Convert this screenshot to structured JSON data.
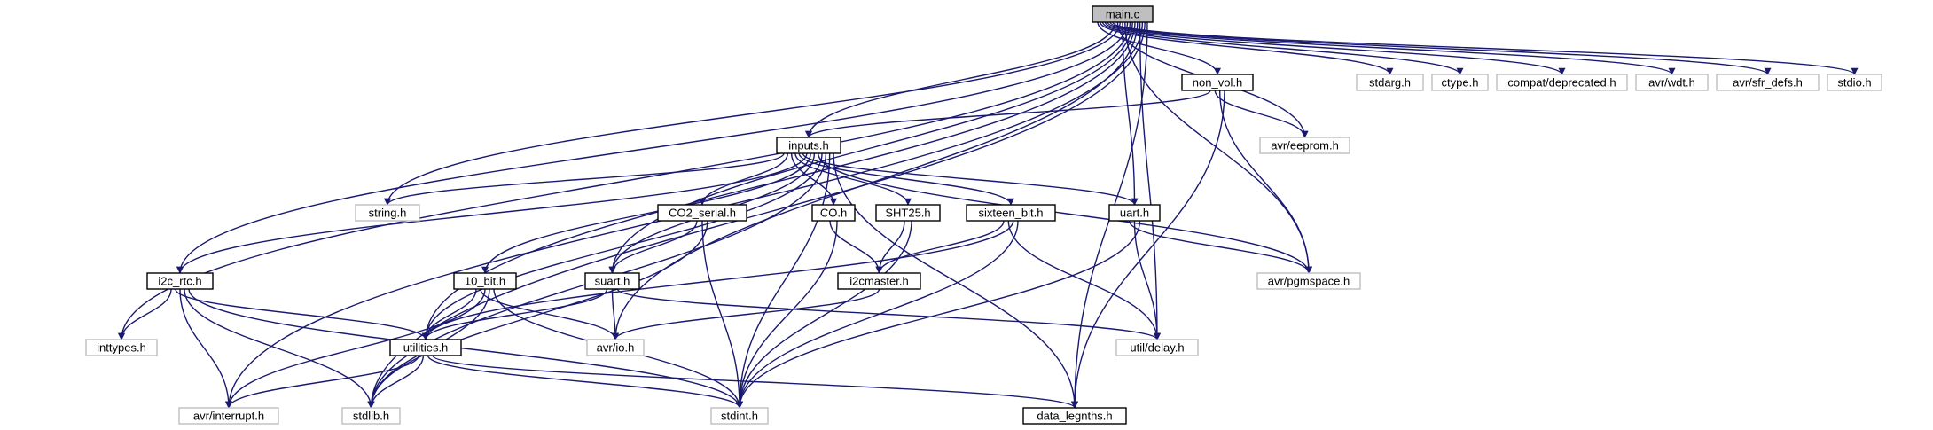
{
  "diagram": {
    "colors": {
      "edge": "#191970",
      "main_fill": "#bfbfbf",
      "doc_border": "#000000",
      "ext_border": "#bfbfbf"
    },
    "nodes": [
      {
        "id": "main_c",
        "label": "main.c",
        "kind": "main"
      },
      {
        "id": "non_vol_h",
        "label": "non_vol.h",
        "kind": "doc"
      },
      {
        "id": "stdarg_h",
        "label": "stdarg.h",
        "kind": "ext"
      },
      {
        "id": "ctype_h",
        "label": "ctype.h",
        "kind": "ext"
      },
      {
        "id": "compat_deprecated_h",
        "label": "compat/deprecated.h",
        "kind": "ext"
      },
      {
        "id": "avr_wdt_h",
        "label": "avr/wdt.h",
        "kind": "ext"
      },
      {
        "id": "avr_sfr_defs_h",
        "label": "avr/sfr_defs.h",
        "kind": "ext"
      },
      {
        "id": "stdio_h",
        "label": "stdio.h",
        "kind": "ext"
      },
      {
        "id": "inputs_h",
        "label": "inputs.h",
        "kind": "doc"
      },
      {
        "id": "avr_eeprom_h",
        "label": "avr/eeprom.h",
        "kind": "ext"
      },
      {
        "id": "string_h",
        "label": "string.h",
        "kind": "ext"
      },
      {
        "id": "co2_serial_h",
        "label": "CO2_serial.h",
        "kind": "doc"
      },
      {
        "id": "co_h",
        "label": "CO.h",
        "kind": "doc"
      },
      {
        "id": "sht25_h",
        "label": "SHT25.h",
        "kind": "doc"
      },
      {
        "id": "sixteen_bit_h",
        "label": "sixteen_bit.h",
        "kind": "doc"
      },
      {
        "id": "uart_h",
        "label": "uart.h",
        "kind": "doc"
      },
      {
        "id": "i2c_rtc_h",
        "label": "i2c_rtc.h",
        "kind": "doc"
      },
      {
        "id": "ten_bit_h",
        "label": "10_bit.h",
        "kind": "doc"
      },
      {
        "id": "suart_h",
        "label": "suart.h",
        "kind": "doc"
      },
      {
        "id": "i2cmaster_h",
        "label": "i2cmaster.h",
        "kind": "doc"
      },
      {
        "id": "avr_pgmspace_h",
        "label": "avr/pgmspace.h",
        "kind": "ext"
      },
      {
        "id": "inttypes_h",
        "label": "inttypes.h",
        "kind": "ext"
      },
      {
        "id": "utilities_h",
        "label": "utilities.h",
        "kind": "doc"
      },
      {
        "id": "avr_io_h",
        "label": "avr/io.h",
        "kind": "ext"
      },
      {
        "id": "util_delay_h",
        "label": "util/delay.h",
        "kind": "ext"
      },
      {
        "id": "avr_interrupt_h",
        "label": "avr/interrupt.h",
        "kind": "ext"
      },
      {
        "id": "stdlib_h",
        "label": "stdlib.h",
        "kind": "ext"
      },
      {
        "id": "stdint_h",
        "label": "stdint.h",
        "kind": "ext"
      },
      {
        "id": "data_legnths_h",
        "label": "data_legnths.h",
        "kind": "doc"
      }
    ],
    "edges": [
      [
        "main_c",
        "non_vol_h"
      ],
      [
        "main_c",
        "stdarg_h"
      ],
      [
        "main_c",
        "ctype_h"
      ],
      [
        "main_c",
        "compat_deprecated_h"
      ],
      [
        "main_c",
        "avr_wdt_h"
      ],
      [
        "main_c",
        "avr_sfr_defs_h"
      ],
      [
        "main_c",
        "stdio_h"
      ],
      [
        "main_c",
        "inputs_h"
      ],
      [
        "main_c",
        "avr_eeprom_h"
      ],
      [
        "main_c",
        "string_h"
      ],
      [
        "main_c",
        "uart_h"
      ],
      [
        "main_c",
        "avr_pgmspace_h"
      ],
      [
        "main_c",
        "i2c_rtc_h"
      ],
      [
        "main_c",
        "inttypes_h"
      ],
      [
        "main_c",
        "suart_h"
      ],
      [
        "main_c",
        "utilities_h"
      ],
      [
        "main_c",
        "avr_io_h"
      ],
      [
        "main_c",
        "util_delay_h"
      ],
      [
        "main_c",
        "avr_interrupt_h"
      ],
      [
        "main_c",
        "stdlib_h"
      ],
      [
        "main_c",
        "data_legnths_h"
      ],
      [
        "non_vol_h",
        "inputs_h"
      ],
      [
        "non_vol_h",
        "avr_eeprom_h"
      ],
      [
        "non_vol_h",
        "avr_pgmspace_h"
      ],
      [
        "non_vol_h",
        "data_legnths_h"
      ],
      [
        "inputs_h",
        "string_h"
      ],
      [
        "inputs_h",
        "co2_serial_h"
      ],
      [
        "inputs_h",
        "co_h"
      ],
      [
        "inputs_h",
        "sht25_h"
      ],
      [
        "inputs_h",
        "sixteen_bit_h"
      ],
      [
        "inputs_h",
        "uart_h"
      ],
      [
        "inputs_h",
        "i2c_rtc_h"
      ],
      [
        "inputs_h",
        "ten_bit_h"
      ],
      [
        "inputs_h",
        "suart_h"
      ],
      [
        "inputs_h",
        "avr_pgmspace_h"
      ],
      [
        "inputs_h",
        "utilities_h"
      ],
      [
        "inputs_h",
        "stdlib_h"
      ],
      [
        "inputs_h",
        "stdint_h"
      ],
      [
        "inputs_h",
        "data_legnths_h"
      ],
      [
        "co2_serial_h",
        "suart_h"
      ],
      [
        "co2_serial_h",
        "stdint_h"
      ],
      [
        "co2_serial_h",
        "stdlib_h"
      ],
      [
        "co_h",
        "i2cmaster_h"
      ],
      [
        "co_h",
        "stdint_h"
      ],
      [
        "sht25_h",
        "i2cmaster_h"
      ],
      [
        "sht25_h",
        "stdint_h"
      ],
      [
        "sixteen_bit_h",
        "i2cmaster_h"
      ],
      [
        "sixteen_bit_h",
        "util_delay_h"
      ],
      [
        "sixteen_bit_h",
        "utilities_h"
      ],
      [
        "sixteen_bit_h",
        "stdint_h"
      ],
      [
        "uart_h",
        "avr_pgmspace_h"
      ],
      [
        "uart_h",
        "util_delay_h"
      ],
      [
        "uart_h",
        "stdint_h"
      ],
      [
        "i2c_rtc_h",
        "inttypes_h"
      ],
      [
        "i2c_rtc_h",
        "utilities_h"
      ],
      [
        "i2c_rtc_h",
        "avr_interrupt_h"
      ],
      [
        "i2c_rtc_h",
        "stdlib_h"
      ],
      [
        "i2c_rtc_h",
        "stdint_h"
      ],
      [
        "ten_bit_h",
        "utilities_h"
      ],
      [
        "ten_bit_h",
        "avr_io_h"
      ],
      [
        "ten_bit_h",
        "avr_interrupt_h"
      ],
      [
        "ten_bit_h",
        "stdlib_h"
      ],
      [
        "ten_bit_h",
        "stdint_h"
      ],
      [
        "suart_h",
        "utilities_h"
      ],
      [
        "suart_h",
        "avr_io_h"
      ],
      [
        "suart_h",
        "util_delay_h"
      ],
      [
        "i2cmaster_h",
        "avr_io_h"
      ],
      [
        "utilities_h",
        "avr_interrupt_h"
      ],
      [
        "utilities_h",
        "stdlib_h"
      ],
      [
        "utilities_h",
        "stdint_h"
      ],
      [
        "utilities_h",
        "data_legnths_h"
      ]
    ]
  }
}
